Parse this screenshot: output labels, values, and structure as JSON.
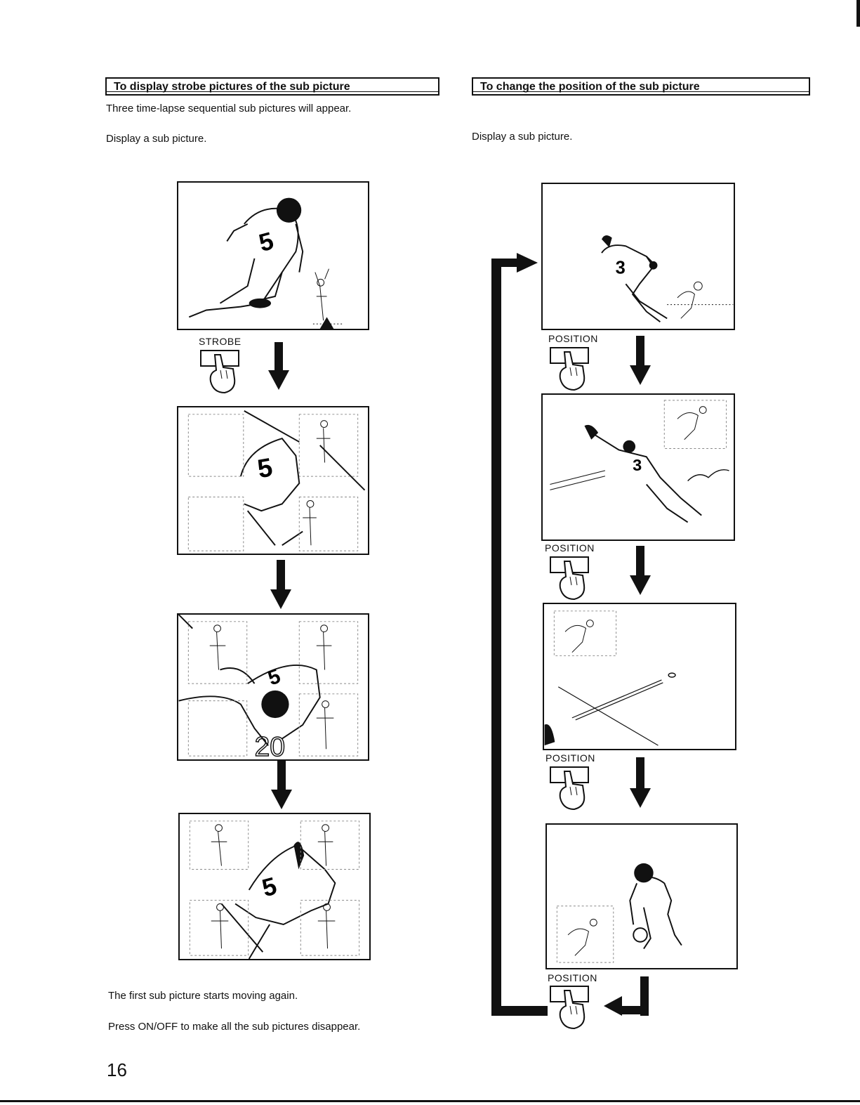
{
  "left": {
    "heading": "To display strobe pictures of the sub picture",
    "intro": "Three time-lapse sequential sub pictures will appear.",
    "step1": "Display a sub picture.",
    "button_label": "STROBE",
    "outro1": "The first sub picture starts moving again.",
    "outro2": "Press ON/OFF to make all the sub pictures disappear."
  },
  "right": {
    "heading": "To change the position of the sub picture",
    "step1": "Display a sub picture.",
    "button_labels": [
      "POSITION",
      "POSITION",
      "POSITION",
      "POSITION"
    ]
  },
  "frame_digits": {
    "left_1": "5",
    "left_2": "5",
    "left_3": "5",
    "left_3b": "20",
    "left_4": "5",
    "right_1": "3",
    "right_2": "3"
  },
  "page_number": "16",
  "icons": [
    "pointing-hand-icon",
    "down-arrow-icon",
    "return-arrow-icon",
    "loop-arrow-icon"
  ]
}
